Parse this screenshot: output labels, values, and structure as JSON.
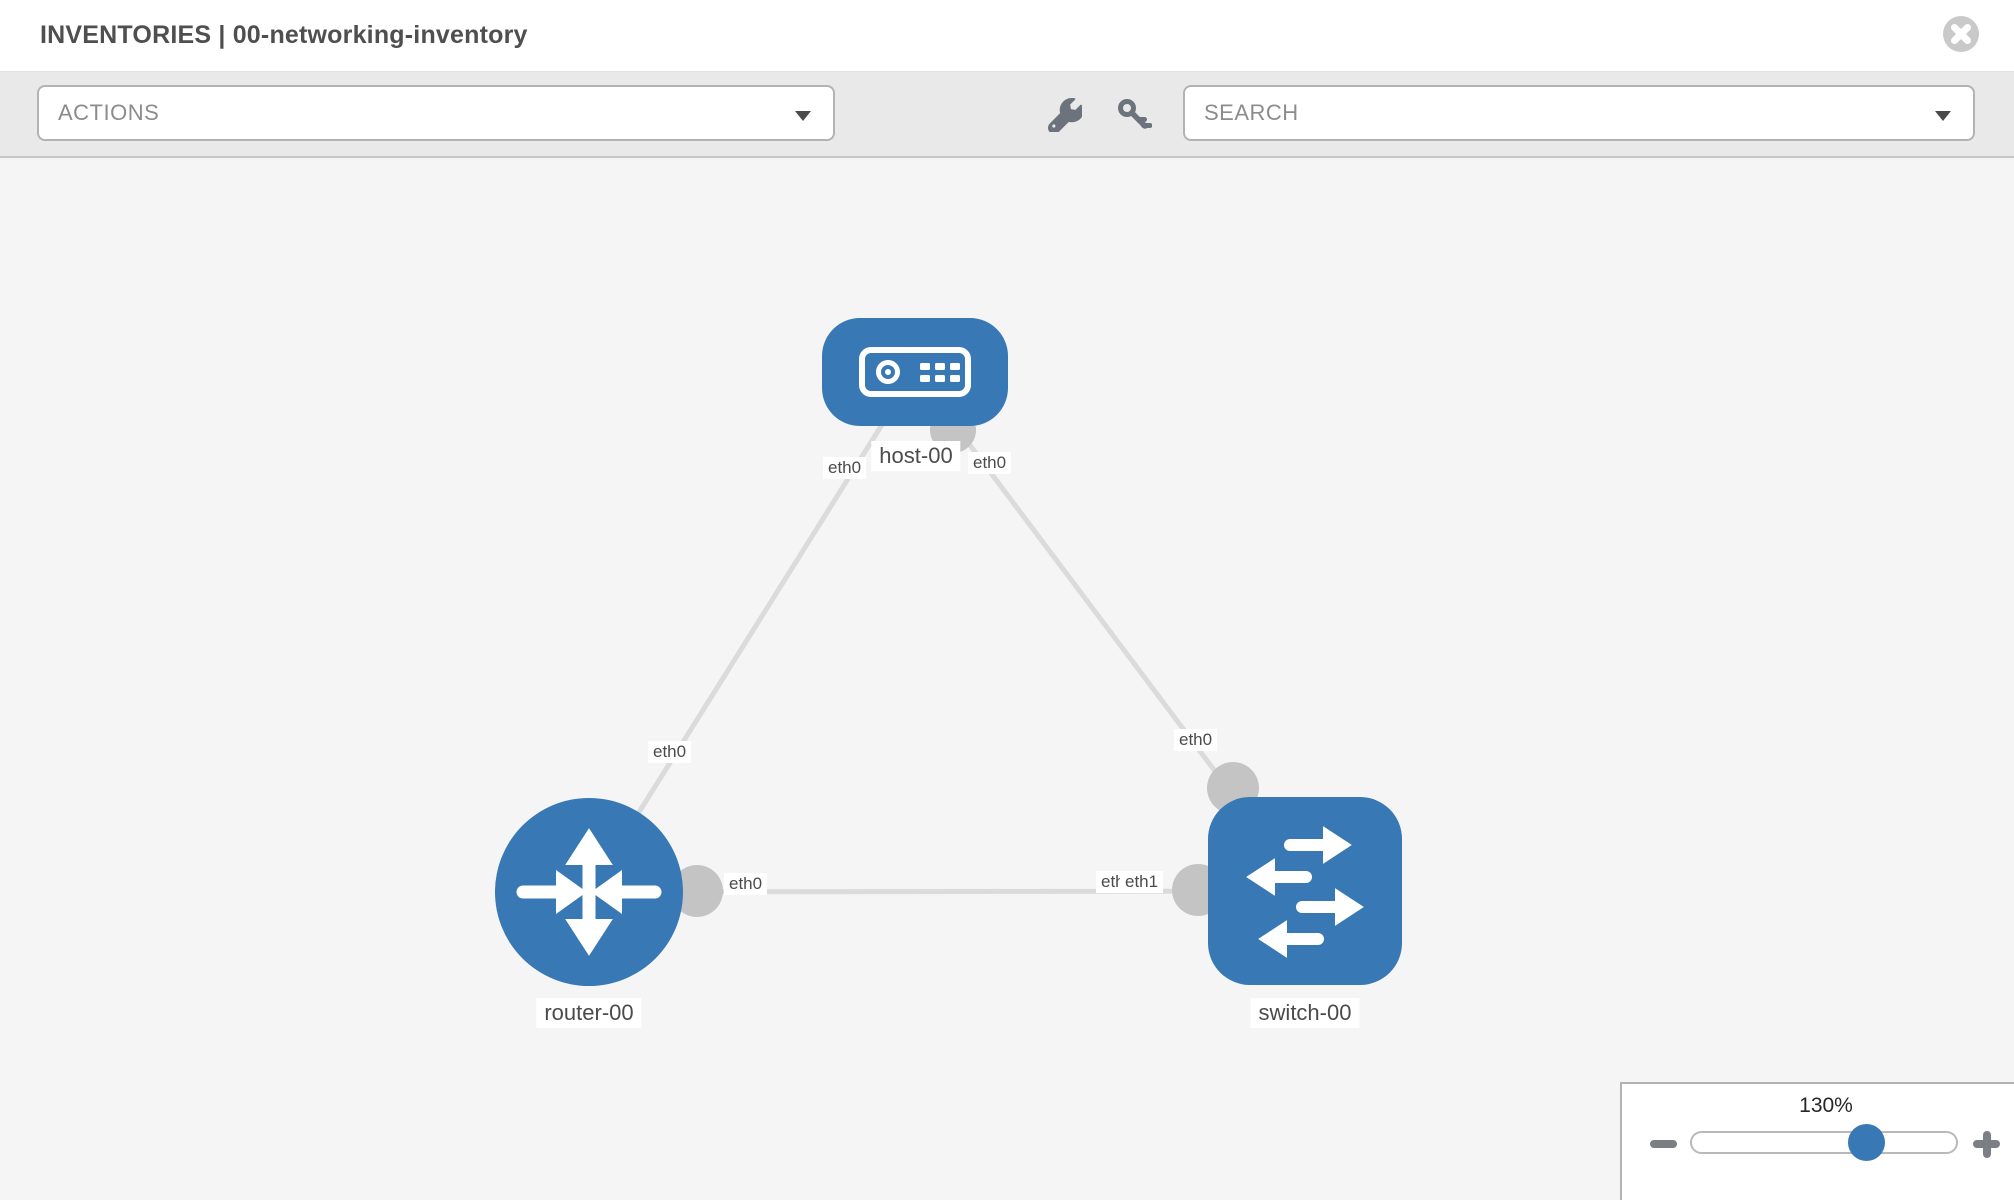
{
  "header": {
    "title": "INVENTORIES | 00-networking-inventory"
  },
  "toolbar": {
    "actions_label": "ACTIONS",
    "search_label": "SEARCH"
  },
  "topology": {
    "nodes": [
      {
        "id": "host-00",
        "label": "host-00",
        "type": "host"
      },
      {
        "id": "router-00",
        "label": "router-00",
        "type": "router"
      },
      {
        "id": "switch-00",
        "label": "switch-00",
        "type": "switch"
      }
    ],
    "links": [
      {
        "from": "host-00",
        "to": "router-00",
        "from_iface": "eth0",
        "to_iface": "eth0"
      },
      {
        "from": "host-00",
        "to": "switch-00",
        "from_iface": "eth0",
        "to_iface": "eth0"
      },
      {
        "from": "router-00",
        "to": "switch-00",
        "from_iface": "eth0",
        "to_iface": "eth1"
      }
    ],
    "iface_labels": {
      "host_left": "eth0",
      "host_right": "eth0",
      "host_router_mid": "eth0",
      "host_switch_mid": "eth0",
      "router_right": "eth0",
      "switch_left_under": "eth0",
      "switch_left": "eth1"
    }
  },
  "zoom": {
    "level": "130%"
  },
  "icons": {
    "close": "close-icon",
    "wrench": "wrench-icon",
    "key": "key-icon",
    "caret": "chevron-down-icon",
    "minus": "minus-icon",
    "plus": "plus-icon",
    "host": "host-icon",
    "router": "router-icon",
    "switch": "switch-icon"
  },
  "colors": {
    "node_blue": "#3778b5",
    "link_gray": "#dbdbdb",
    "connector_gray": "#c4c4c4",
    "toolbar_bg": "#e9e9e9",
    "canvas_bg": "#f5f5f5",
    "label_text": "#4b4b4b"
  }
}
